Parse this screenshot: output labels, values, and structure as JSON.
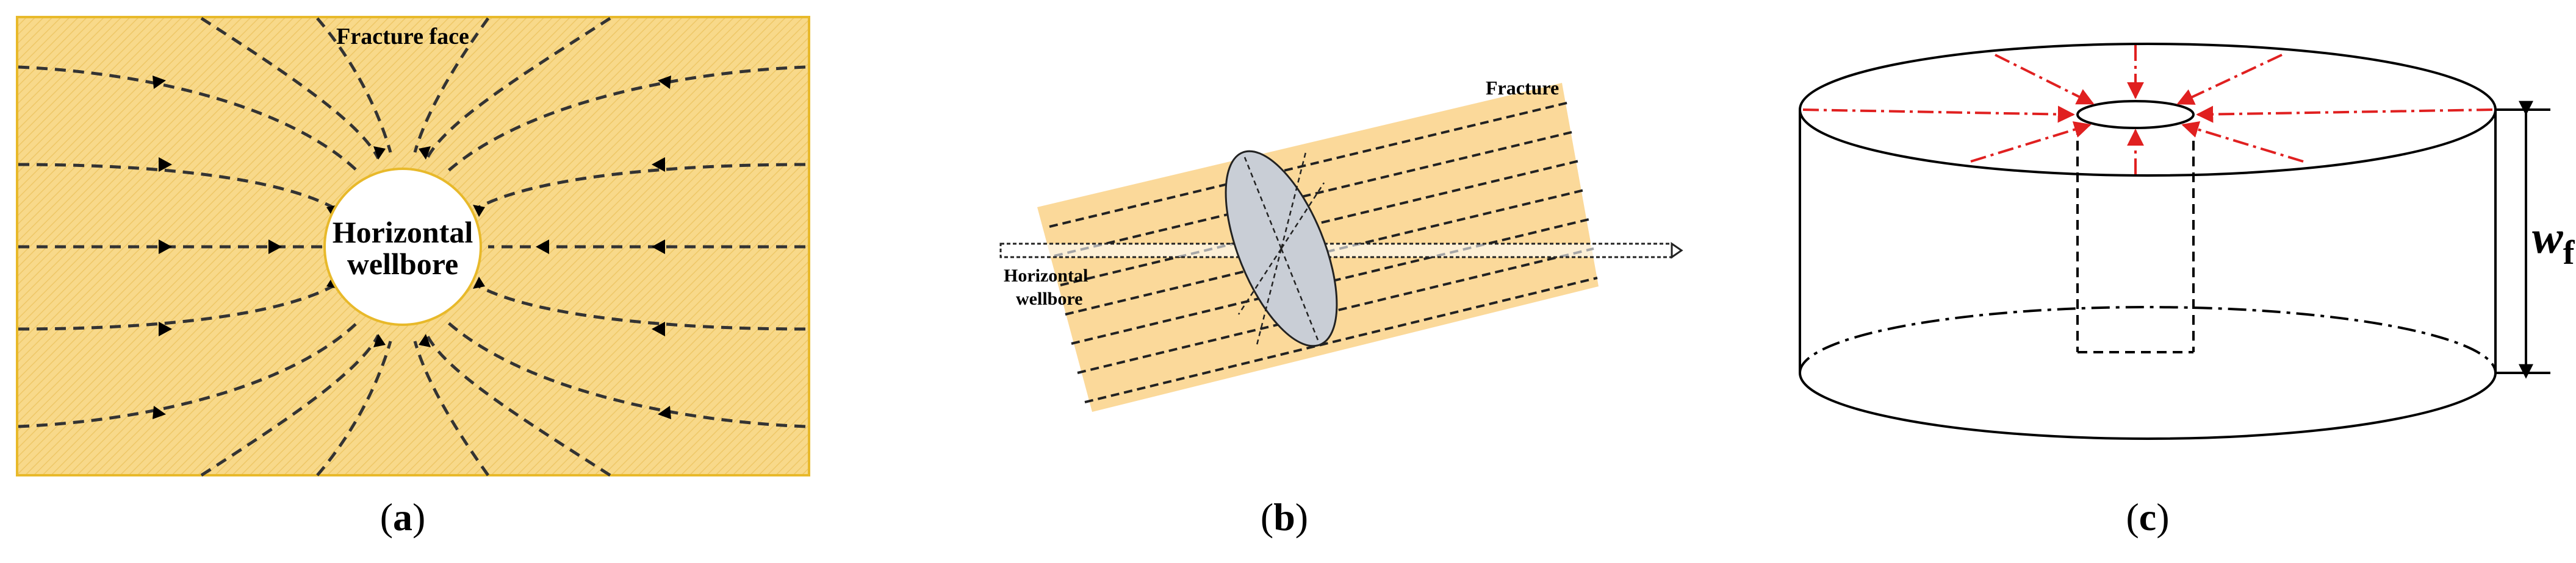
{
  "panel_a": {
    "caption": "(a)",
    "caption_letter": "a",
    "top_label": "Fracture face",
    "center_label_line1": "Horizontal",
    "center_label_line2": "wellbore",
    "fill_color": "#f8d98a",
    "border_color": "#e8b92a"
  },
  "panel_b": {
    "caption": "(b)",
    "caption_letter": "b",
    "fracture_label": "Fracture",
    "well_label_line1": "Horizontal",
    "well_label_line2": "wellbore",
    "fill_color": "#fbd99a",
    "ellipse_color": "#c9ced6"
  },
  "panel_c": {
    "caption": "(c)",
    "caption_letter": "c",
    "width_symbol": "w",
    "width_subscript": "f",
    "arrow_color": "#e02020",
    "subscript_color": "#d94040"
  }
}
